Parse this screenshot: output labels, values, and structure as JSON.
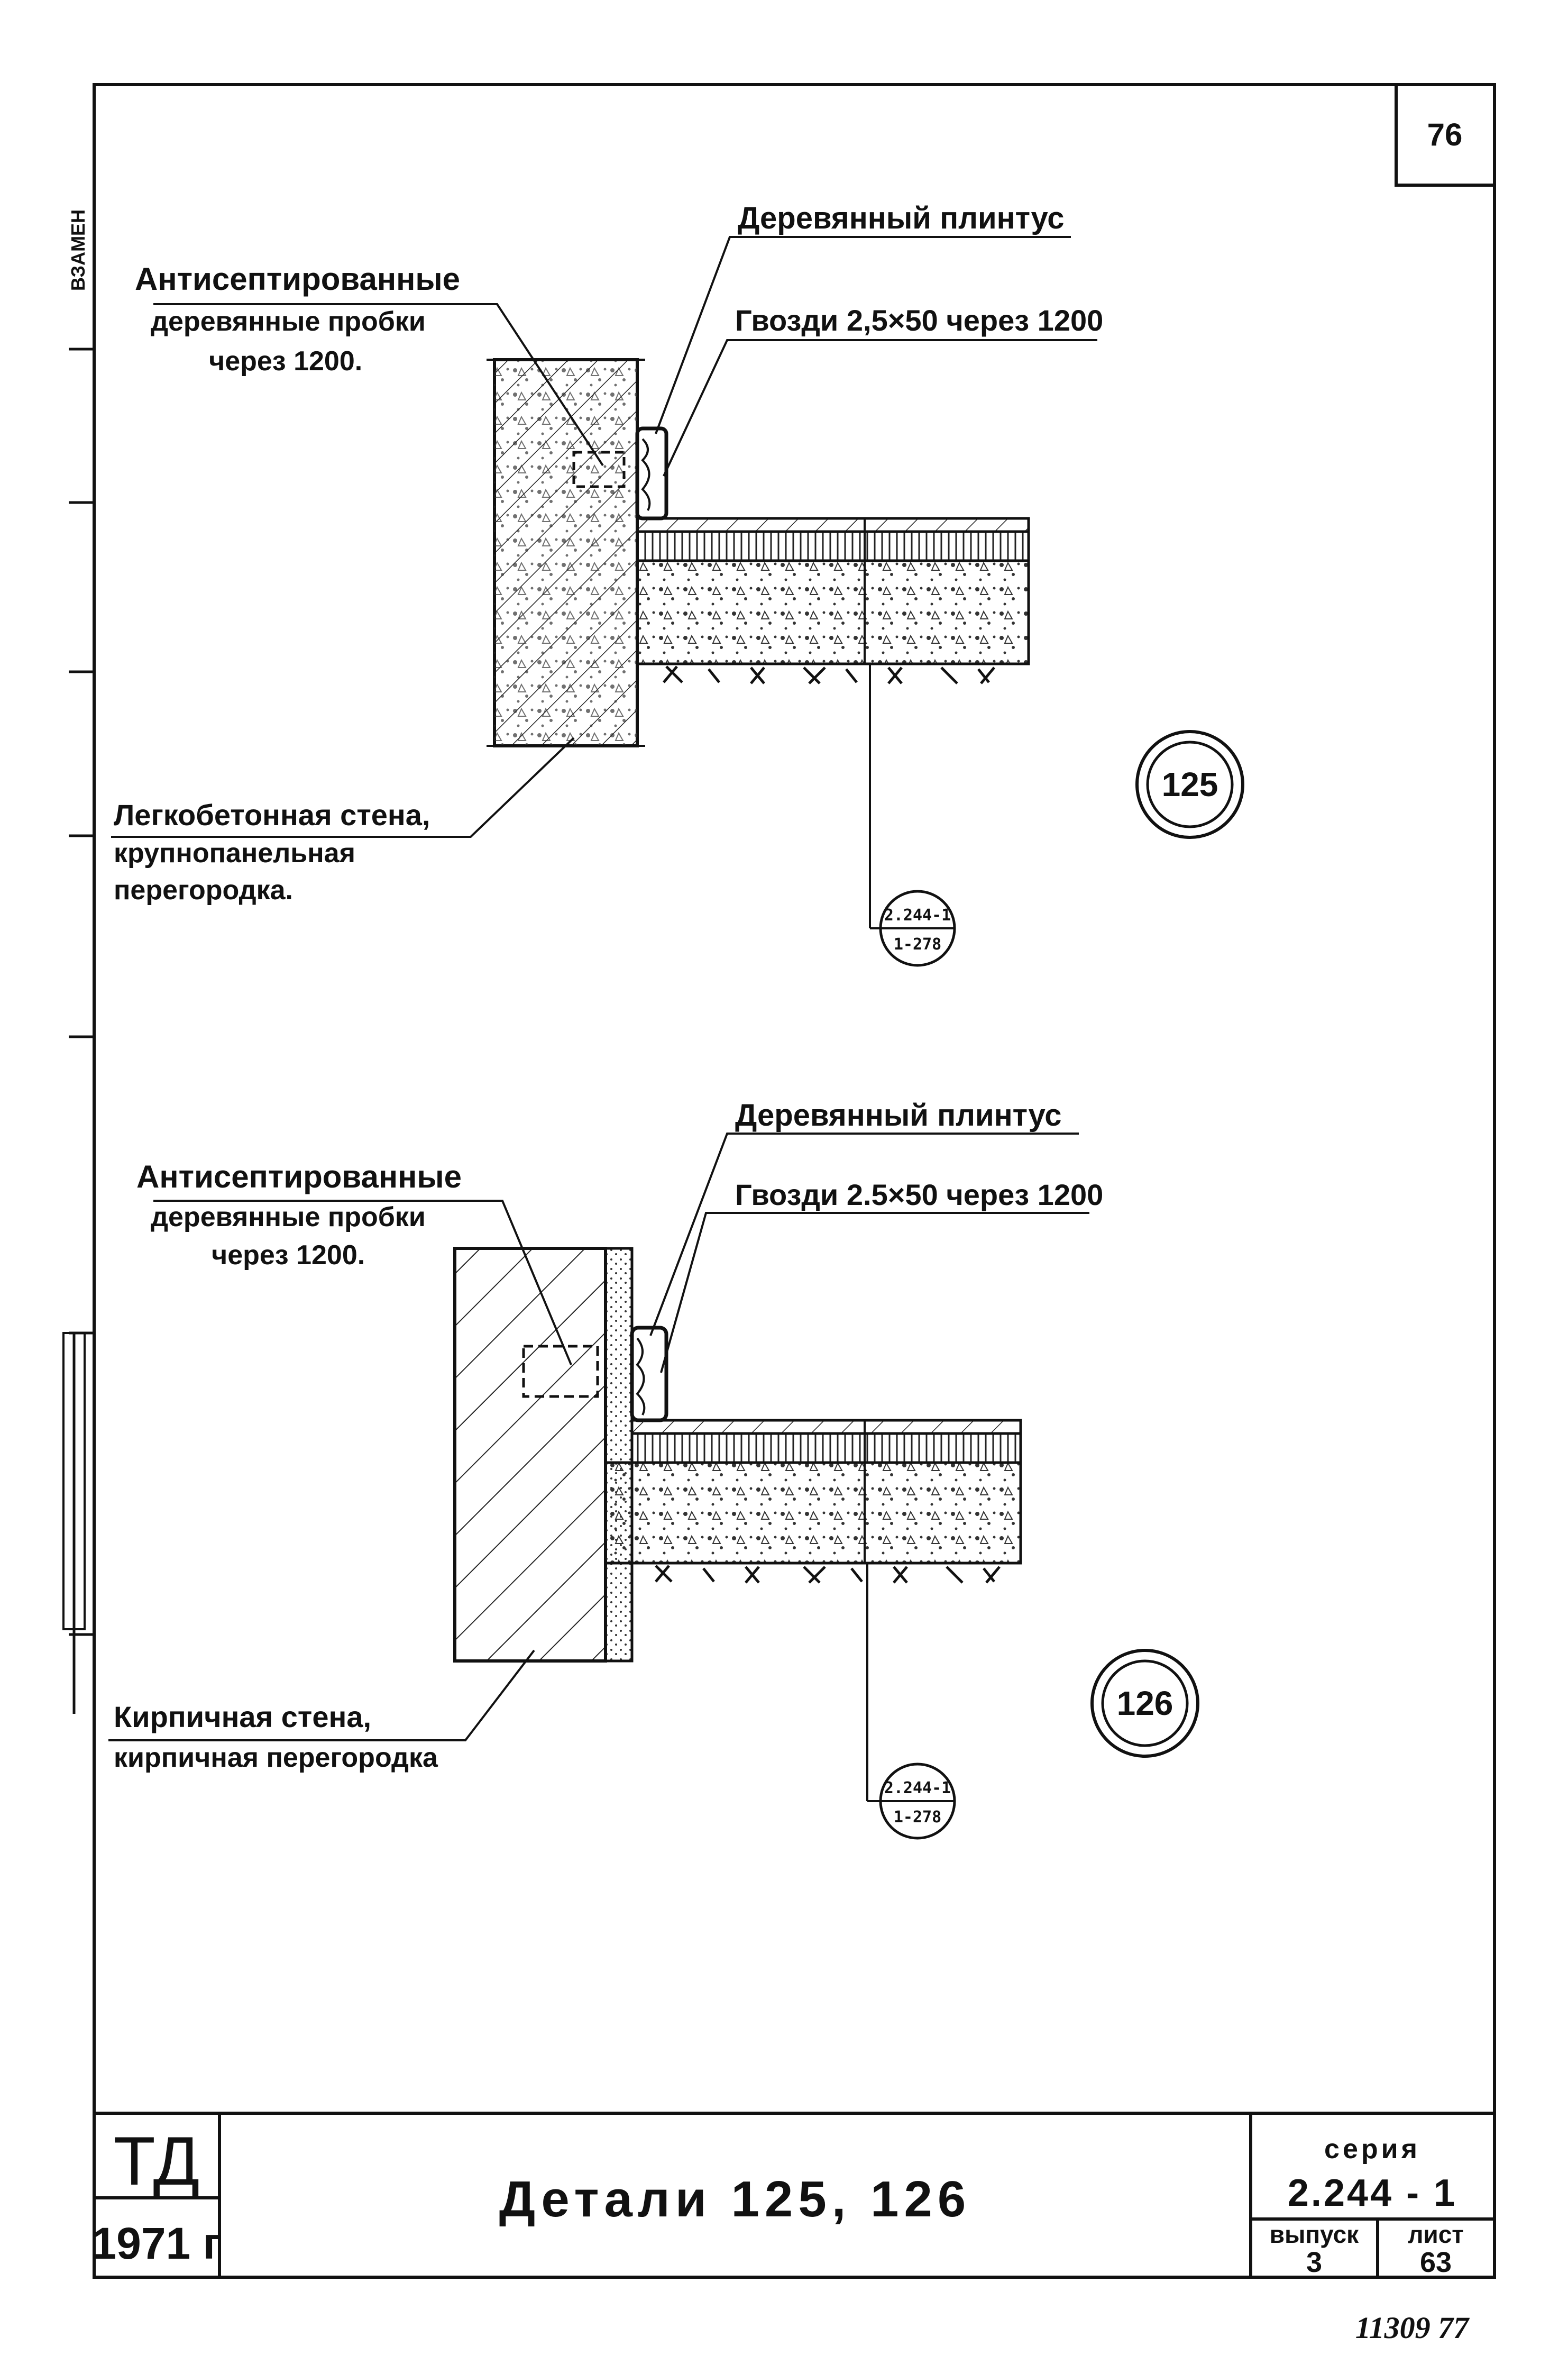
{
  "sheet_number": "76",
  "side_strip": {
    "top_text": "ВЗАМЕН"
  },
  "detail_125": {
    "plinth_label": "Деревянный плинтус",
    "nails_label": "Гвозди 2,5×50 через 1200",
    "plugs_label_line1": "Антисептированные",
    "plugs_label_line2": "деревянные пробки",
    "plugs_label_line3": "через 1200.",
    "wall_label_line1": "Легкобетонная стена,",
    "wall_label_line2": "крупнопанельная",
    "wall_label_line3": "перегородка.",
    "number": "125",
    "ref_top": "2.244-1",
    "ref_bottom": "1-278"
  },
  "detail_126": {
    "plinth_label": "Деревянный плинтус",
    "nails_label": "Гвозди 2.5×50 через 1200",
    "plugs_label_line1": "Антисептированные",
    "plugs_label_line2": "деревянные пробки",
    "plugs_label_line3": "через 1200.",
    "wall_label_line1": "Кирпичная стена,",
    "wall_label_line2": "кирпичная перегородка",
    "number": "126",
    "ref_top": "2.244-1",
    "ref_bottom": "1-278"
  },
  "title_block": {
    "org": "ТД",
    "year": "1971 г",
    "title": "Детали 125, 126",
    "series_label": "серия",
    "series_value": "2.244 - 1",
    "issue_label": "выпуск",
    "issue_value": "3",
    "sheet_label": "лист",
    "sheet_value": "63"
  },
  "footer_note": "11309 77"
}
